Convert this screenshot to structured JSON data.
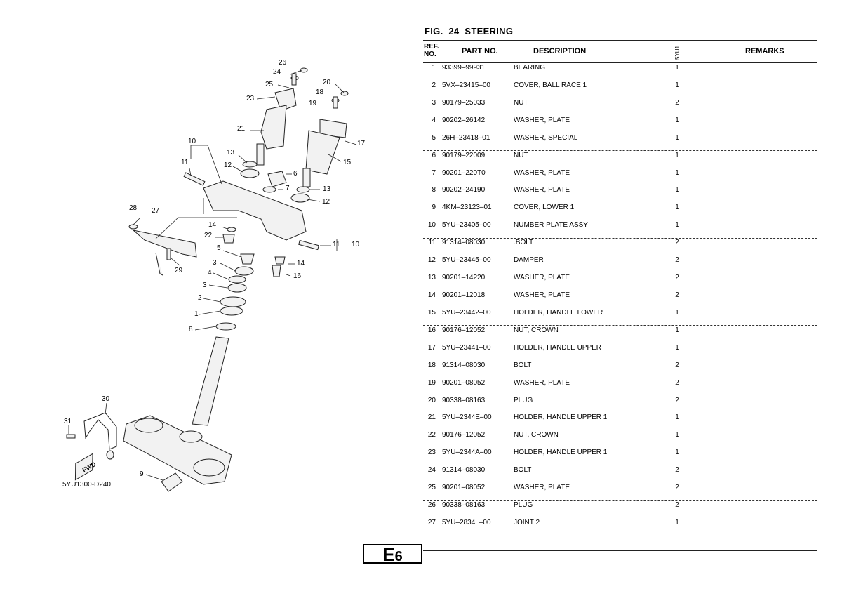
{
  "figure": {
    "label": "FIG.",
    "number": "24",
    "name": "STEERING"
  },
  "drawing_code": "5YU1300-D240",
  "fwd_label": "FWD",
  "callouts": [
    "26",
    "24",
    "25",
    "23",
    "20",
    "18",
    "19",
    "21",
    "17",
    "10",
    "11",
    "13",
    "12",
    "6",
    "15",
    "7",
    "13",
    "12",
    "28",
    "27",
    "14",
    "22",
    "5",
    "11",
    "10",
    "3",
    "4",
    "14",
    "16",
    "3",
    "29",
    "2",
    "1",
    "8",
    "30",
    "31",
    "9"
  ],
  "table": {
    "headers": {
      "ref_line1": "REF.",
      "ref_line2": "NO.",
      "part_no": "PART NO.",
      "description": "DESCRIPTION",
      "model": "5YU1",
      "remarks": "REMARKS"
    },
    "rows": [
      {
        "ref": "1",
        "part": "93399–99931",
        "desc": "BEARING",
        "qty": "1"
      },
      {
        "ref": "2",
        "part": "5VX–23415–00",
        "desc": "COVER, BALL RACE 1",
        "qty": "1"
      },
      {
        "ref": "3",
        "part": "90179–25033",
        "desc": "NUT",
        "qty": "2"
      },
      {
        "ref": "4",
        "part": "90202–26142",
        "desc": "WASHER, PLATE",
        "qty": "1"
      },
      {
        "ref": "5",
        "part": "26H–23418–01",
        "desc": "WASHER, SPECIAL",
        "qty": "1"
      },
      {
        "ref": "6",
        "part": "90179–22009",
        "desc": "NUT",
        "qty": "1"
      },
      {
        "ref": "7",
        "part": "90201–220T0",
        "desc": "WASHER, PLATE",
        "qty": "1"
      },
      {
        "ref": "8",
        "part": "90202–24190",
        "desc": "WASHER, PLATE",
        "qty": "1"
      },
      {
        "ref": "9",
        "part": "4KM–23123–01",
        "desc": "COVER, LOWER 1",
        "qty": "1"
      },
      {
        "ref": "10",
        "part": "5YU–23405–00",
        "desc": "NUMBER PLATE ASSY",
        "qty": "1"
      },
      {
        "ref": "11",
        "part": "91314–08030",
        "desc": ".BOLT",
        "qty": "2"
      },
      {
        "ref": "12",
        "part": "5YU–23445–00",
        "desc": "DAMPER",
        "qty": "2"
      },
      {
        "ref": "13",
        "part": "90201–14220",
        "desc": "WASHER, PLATE",
        "qty": "2"
      },
      {
        "ref": "14",
        "part": "90201–12018",
        "desc": "WASHER, PLATE",
        "qty": "2"
      },
      {
        "ref": "15",
        "part": "5YU–23442–00",
        "desc": "HOLDER, HANDLE LOWER",
        "qty": "1"
      },
      {
        "ref": "16",
        "part": "90176–12052",
        "desc": "NUT, CROWN",
        "qty": "1"
      },
      {
        "ref": "17",
        "part": "5YU–23441–00",
        "desc": "HOLDER, HANDLE UPPER",
        "qty": "1"
      },
      {
        "ref": "18",
        "part": "91314–08030",
        "desc": "BOLT",
        "qty": "2"
      },
      {
        "ref": "19",
        "part": "90201–08052",
        "desc": "WASHER, PLATE",
        "qty": "2"
      },
      {
        "ref": "20",
        "part": "90338–08163",
        "desc": "PLUG",
        "qty": "2"
      },
      {
        "ref": "21",
        "part": "5YU–2344E–00",
        "desc": "HOLDER, HANDLE UPPER 1",
        "qty": "1"
      },
      {
        "ref": "22",
        "part": "90176–12052",
        "desc": "NUT, CROWN",
        "qty": "1"
      },
      {
        "ref": "23",
        "part": "5YU–2344A–00",
        "desc": "HOLDER, HANDLE UPPER 1",
        "qty": "1"
      },
      {
        "ref": "24",
        "part": "91314–08030",
        "desc": "BOLT",
        "qty": "2"
      },
      {
        "ref": "25",
        "part": "90201–08052",
        "desc": "WASHER, PLATE",
        "qty": "2"
      },
      {
        "ref": "26",
        "part": "90338–08163",
        "desc": "PLUG",
        "qty": "2"
      },
      {
        "ref": "27",
        "part": "5YU–2834L–00",
        "desc": "JOINT 2",
        "qty": "1"
      }
    ]
  },
  "page_code": {
    "letter": "E",
    "number": "6"
  }
}
